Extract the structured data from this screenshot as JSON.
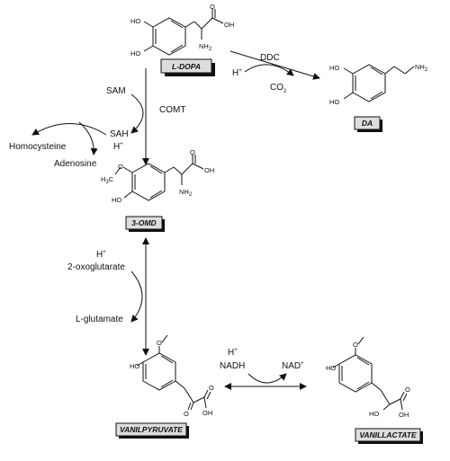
{
  "compounds": {
    "ldopa": "L-DOPA",
    "da": "DA",
    "omd": "3-OMD",
    "vanilpyruvate": "VANILPYRUVATE",
    "vanillactate": "VANILLACTATE"
  },
  "enzymes": {
    "ddc": "DDC",
    "comt": "COMT"
  },
  "cofactors": {
    "h_plus": "H+",
    "co2": "CO2",
    "sam": "SAM",
    "sah": "SAH",
    "homocysteine": "Homocysteine",
    "adenosine": "Adenosine",
    "oxoglutarate": "2-oxoglutarate",
    "glutamate": "L-glutamate",
    "nadh": "NADH",
    "nad_plus": "NAD+"
  },
  "atoms": {
    "ho": "HO",
    "oh": "OH",
    "nh2": "NH2",
    "o": "O",
    "h3c": "H3C"
  }
}
